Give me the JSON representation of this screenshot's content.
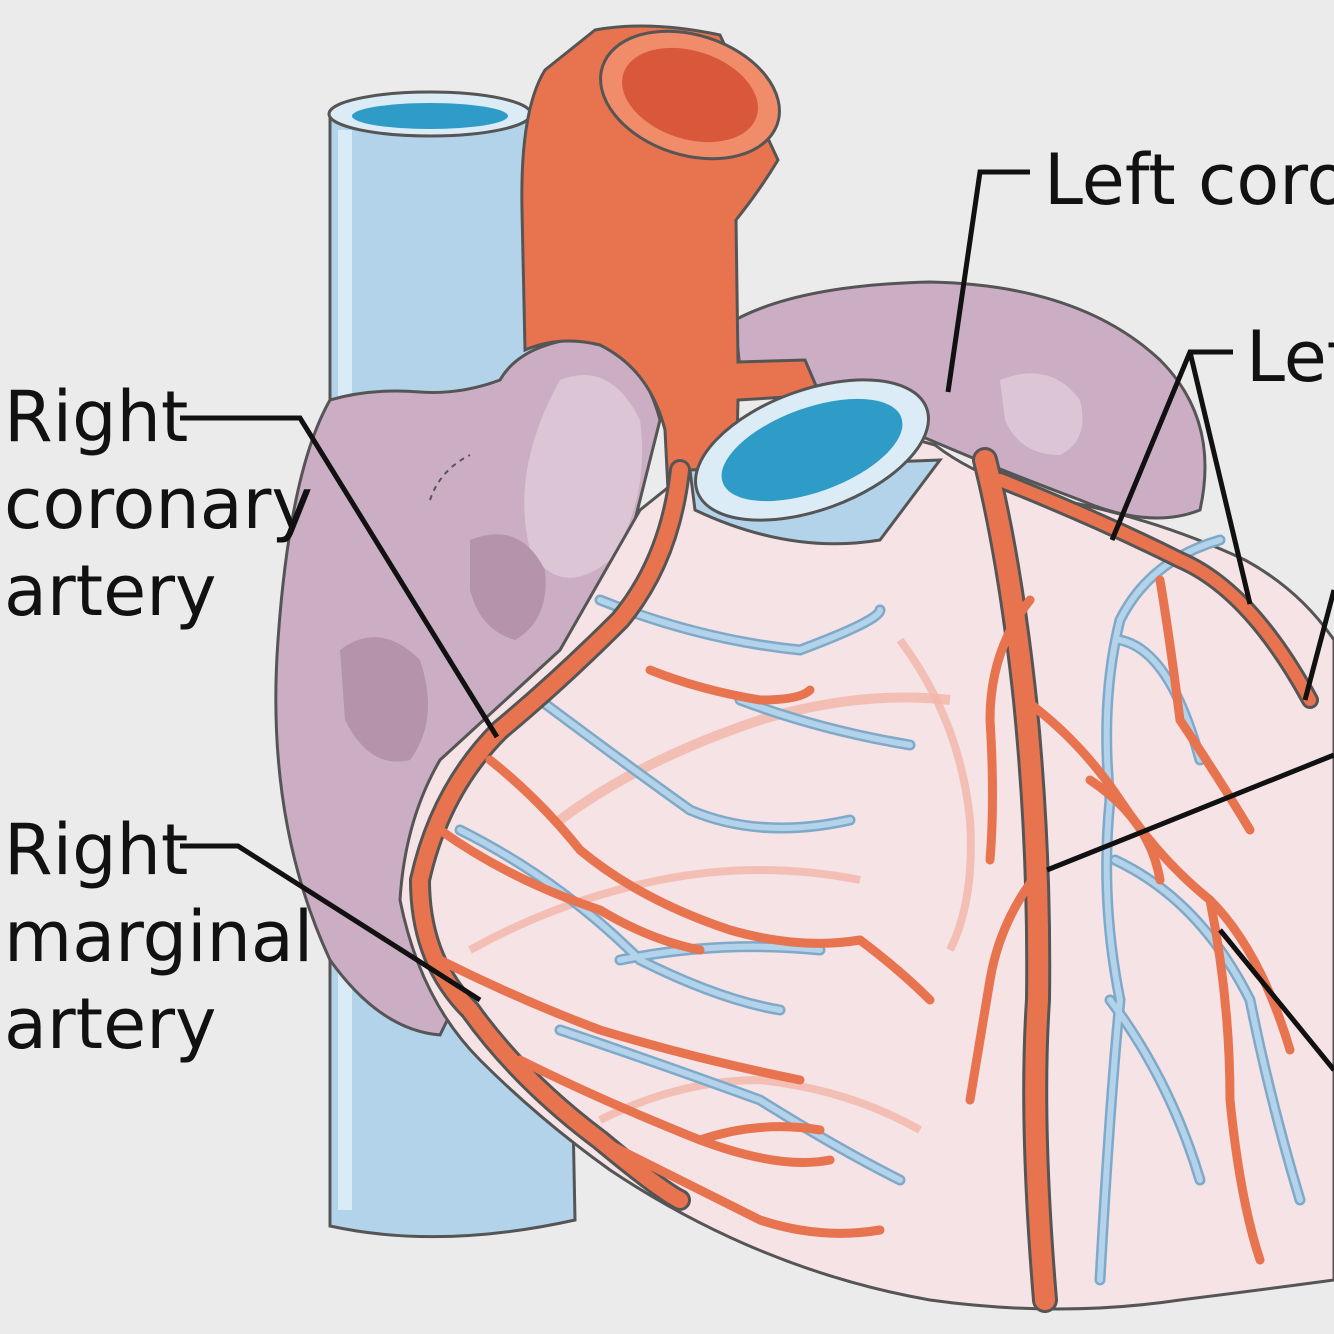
{
  "colors": {
    "background": "#ebebeb",
    "artery": "#e8734f",
    "vein": "#b3d3ea",
    "vein_lumen": "#2f9bc7",
    "atrium": "#cbaec4",
    "myocardium": "#f5e3e6",
    "leader": "#111111"
  },
  "labels": {
    "right_coronary_artery": [
      "Right",
      "coronary",
      "artery"
    ],
    "right_marginal_artery": [
      "Right",
      "marginal",
      "artery"
    ],
    "left_coronary_artery": "Left coro",
    "left_circumflex": "Lef"
  }
}
